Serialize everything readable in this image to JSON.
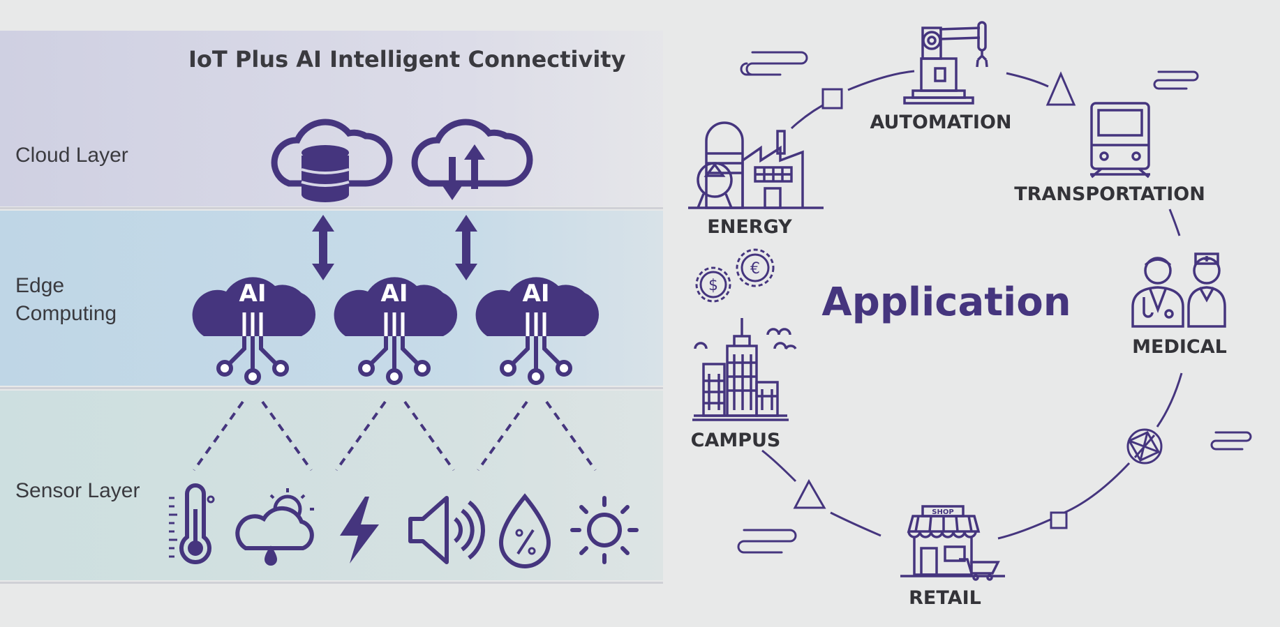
{
  "title": "IoT Plus AI Intelligent Connectivity",
  "layers": {
    "cloud": "Cloud Layer",
    "edge_line1": "Edge",
    "edge_line2": "Computing",
    "sensor": "Sensor Layer"
  },
  "edge_nodes": [
    "AI",
    "AI",
    "AI"
  ],
  "sensors": [
    "thermometer-icon",
    "weather-icon",
    "lightning-icon",
    "speaker-icon",
    "humidity-icon",
    "sun-icon"
  ],
  "application": {
    "title": "Application",
    "items": [
      "AUTOMATION",
      "TRANSPORTATION",
      "MEDICAL",
      "RETAIL",
      "CAMPUS",
      "ENERGY"
    ],
    "shop_sign": "SHOP"
  },
  "colors": {
    "primary": "#45357e",
    "cloud_band": "#d6d6e6",
    "edge_band": "#c3d9e7",
    "sensor_band": "#d1e0e0",
    "background": "#e8e9e9"
  }
}
